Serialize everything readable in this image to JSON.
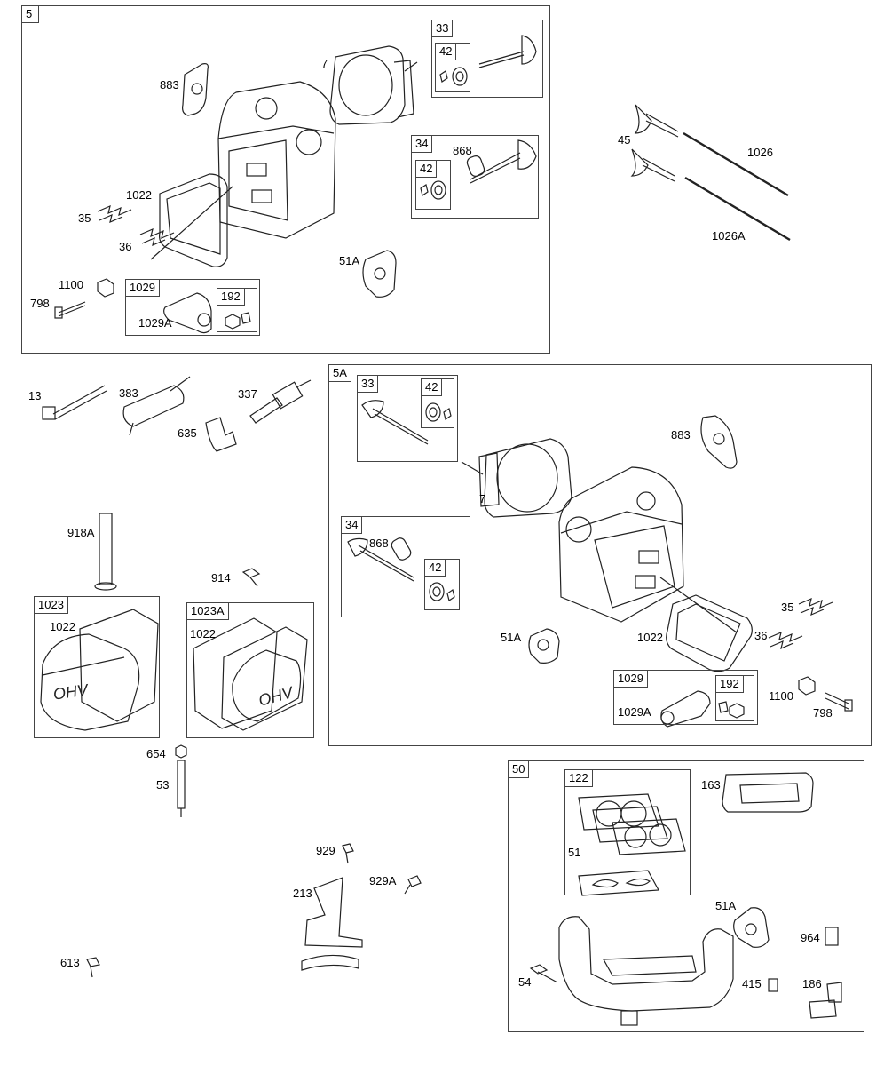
{
  "groups": {
    "g5": "5",
    "g5a": "5A",
    "g50": "50",
    "a_33": "33",
    "a_42": "42",
    "a_34": "34",
    "a_42b": "42",
    "a_1029": "1029",
    "a_192": "192",
    "b_33": "33",
    "b_42": "42",
    "b_34": "34",
    "b_42b": "42",
    "b_1029": "1029",
    "b_192": "192",
    "c_1023": "1023",
    "c_1023a": "1023A",
    "d_122": "122"
  },
  "labels": {
    "l883": "883",
    "l7": "7",
    "l868": "868",
    "l1022": "1022",
    "l35": "35",
    "l36": "36",
    "l51a": "51A",
    "l1100": "1100",
    "l798": "798",
    "l1029a": "1029A",
    "l45": "45",
    "l1026": "1026",
    "l1026a": "1026A",
    "l13": "13",
    "l383": "383",
    "l337": "337",
    "l635": "635",
    "l918a": "918A",
    "l914": "914",
    "l1022c": "1022",
    "l1022d": "1022",
    "l654": "654",
    "l53": "53",
    "l929": "929",
    "l929a": "929A",
    "l213": "213",
    "l613": "613",
    "m883": "883",
    "m7": "7",
    "m868": "868",
    "m51a": "51A",
    "m1022": "1022",
    "m35": "35",
    "m36": "36",
    "m1029a": "1029A",
    "m1100": "1100",
    "m798": "798",
    "n163": "163",
    "n51": "51",
    "n51a": "51A",
    "n964": "964",
    "n54": "54",
    "n415": "415",
    "n186": "186"
  },
  "logo_text": "OHV"
}
